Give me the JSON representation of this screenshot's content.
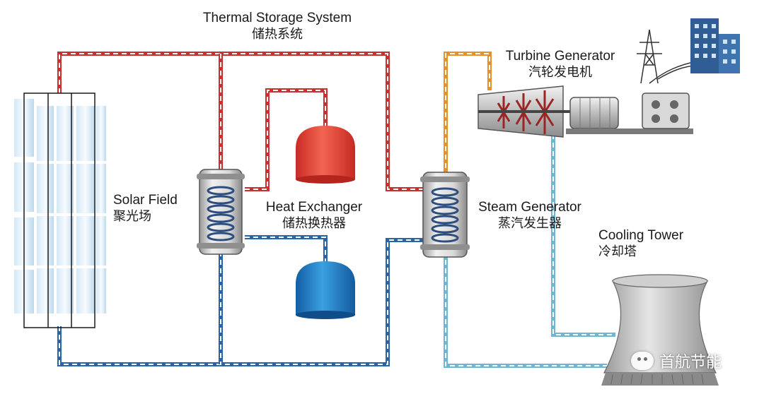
{
  "labels": {
    "thermal_storage": {
      "en": "Thermal Storage System",
      "cn": "储热系统"
    },
    "turbine_generator": {
      "en": "Turbine Generator",
      "cn": "汽轮发电机"
    },
    "solar_field": {
      "en": "Solar Field",
      "cn": "聚光场"
    },
    "heat_exchanger": {
      "en": "Heat Exchanger",
      "cn": "储热换热器"
    },
    "steam_generator": {
      "en": "Steam Generator",
      "cn": "蒸汽发生器"
    },
    "cooling_tower": {
      "en": "Cooling Tower",
      "cn": "冷却塔"
    }
  },
  "watermark": {
    "text": "首航节能"
  },
  "colors": {
    "hot_line": "#c8312d",
    "cold_line": "#2a64a8",
    "steam_line": "#e8902a",
    "cooling_line": "#6fb6d3",
    "hot_tank": "#e8483a",
    "cold_tank": "#1f78c4"
  }
}
